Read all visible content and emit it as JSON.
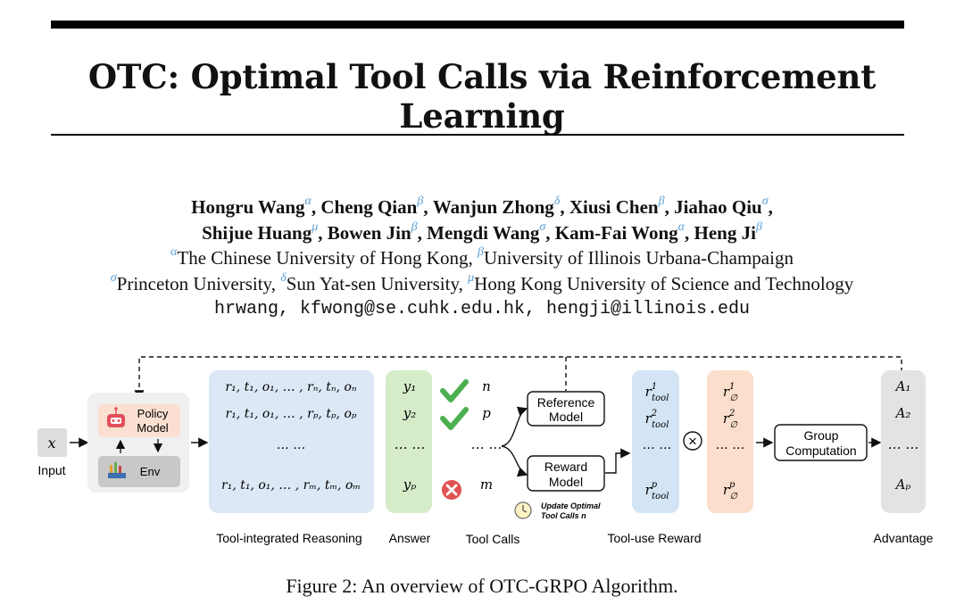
{
  "title": "OTC: Optimal Tool Calls via Reinforcement Learning",
  "authors_line1": [
    {
      "name": "Hongru Wang",
      "mark": "α",
      "sep": ", "
    },
    {
      "name": "Cheng Qian",
      "mark": "β",
      "sep": ", "
    },
    {
      "name": "Wanjun Zhong",
      "mark": "δ",
      "sep": ", "
    },
    {
      "name": "Xiusi Chen",
      "mark": "β",
      "sep": ", "
    },
    {
      "name": "Jiahao Qiu",
      "mark": "σ",
      "sep": ","
    }
  ],
  "authors_line2": [
    {
      "name": "Shijue Huang",
      "mark": "μ",
      "sep": ", "
    },
    {
      "name": "Bowen Jin",
      "mark": "β",
      "sep": ", "
    },
    {
      "name": "Mengdi Wang",
      "mark": "σ",
      "sep": ", "
    },
    {
      "name": "Kam-Fai Wong",
      "mark": "α",
      "sep": ", "
    },
    {
      "name": "Heng Ji",
      "mark": "β",
      "sep": ""
    }
  ],
  "affiliations_line1": [
    {
      "mark": "α",
      "name": "The Chinese University of Hong Kong",
      "sep": ", "
    },
    {
      "mark": "β",
      "name": "University of Illinois Urbana-Champaign",
      "sep": ""
    }
  ],
  "affiliations_line2": [
    {
      "mark": "σ",
      "name": "Princeton University",
      "sep": ", "
    },
    {
      "mark": "δ",
      "name": "Sun Yat-sen University",
      "sep": ", "
    },
    {
      "mark": "μ",
      "name": "Hong Kong University of Science and Technology",
      "sep": ""
    }
  ],
  "emails": "hrwang, kfwong@se.cuhk.edu.hk, hengji@illinois.edu",
  "figure": {
    "input_symbol": "x",
    "input_label": "Input",
    "policy_model_line1": "Policy",
    "policy_model_line2": "Model",
    "env_label": "Env",
    "reasoning_rows": [
      "r₁, t₁, o₁, … , rₙ, tₙ, oₙ",
      "r₁, t₁, o₁, … , rₚ, tₚ, oₚ",
      "… …",
      "r₁, t₁, o₁, … , rₘ, tₘ, oₘ"
    ],
    "reasoning_label": "Tool-integrated Reasoning",
    "answers": [
      "y₁",
      "y₂",
      "… …",
      "yₚ"
    ],
    "answer_label": "Answer",
    "tool_calls": [
      "n",
      "p",
      "… …",
      "m"
    ],
    "tool_calls_label": "Tool Calls",
    "reference_model_line1": "Reference",
    "reference_model_line2": "Model",
    "reward_model_line1": "Reward",
    "reward_model_line2": "Model",
    "update_line1": "Update Optimal",
    "update_line2": "Tool Calls n",
    "tool_reward_sup": [
      "1",
      "2",
      "p"
    ],
    "tool_reward_base": "r",
    "tool_reward_sub": "tool",
    "tool_reward_dots": "… …",
    "tool_reward_label": "Tool-use Reward",
    "phi_reward_sup": [
      "1",
      "2",
      "p"
    ],
    "phi_reward_sub": "∅",
    "phi_reward_dots": "… …",
    "times_symbol": "×",
    "group_line1": "Group",
    "group_line2": "Computation",
    "advantages": [
      "A₁",
      "A₂",
      "… …",
      "Aₚ"
    ],
    "advantage_label": "Advantage"
  },
  "caption": "Figure 2: An overview of OTC-GRPO Algorithm.",
  "colors": {
    "reasoning_panel": "#dce8f6",
    "answer_panel": "#d6ecc8",
    "tool_reward_panel": "#d3e4f5",
    "phi_reward_panel": "#fbdecb",
    "advantage_panel": "#e3e3e3",
    "check_green": "#4caf50",
    "cross_red": "#e05252",
    "superscript_blue": "#5a9fd4"
  }
}
